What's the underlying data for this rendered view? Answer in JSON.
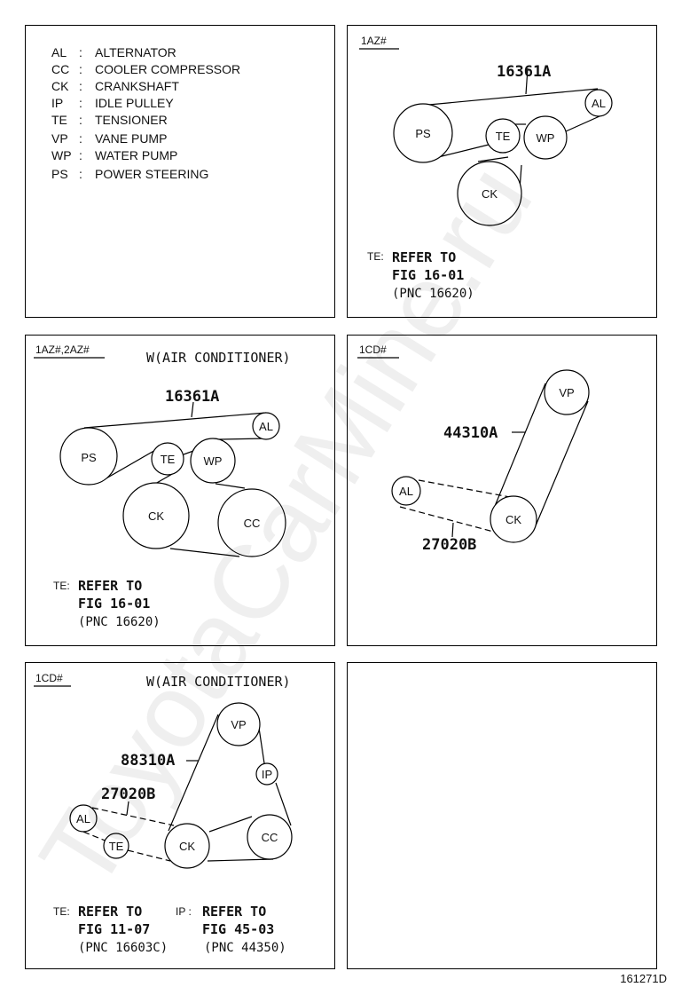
{
  "legend": [
    {
      "code": "AL",
      "name": "ALTERNATOR"
    },
    {
      "code": "CC",
      "name": "COOLER COMPRESSOR"
    },
    {
      "code": "CK",
      "name": "CRANKSHAFT"
    },
    {
      "code": "IP",
      "name": "IDLE PULLEY"
    },
    {
      "code": "TE",
      "name": "TENSIONER"
    },
    {
      "code": "VP",
      "name": "VANE PUMP"
    },
    {
      "code": "WP",
      "name": "WATER PUMP"
    },
    {
      "code": "PS",
      "name": "POWER STEERING"
    }
  ],
  "legend_sep": ":",
  "panel1": {
    "tag": "1AZ#",
    "part": "16361A",
    "pulleys": {
      "ps": "PS",
      "te": "TE",
      "wp": "WP",
      "al": "AL",
      "ck": "CK"
    },
    "note": {
      "prefix": "TE:",
      "line1": "REFER TO",
      "line2": "FIG 16-01",
      "line3": "(PNC 16620)"
    }
  },
  "panel2": {
    "tag": "1AZ#,2AZ#",
    "header": "W(AIR CONDITIONER)",
    "part": "16361A",
    "pulleys": {
      "ps": "PS",
      "te": "TE",
      "wp": "WP",
      "al": "AL",
      "ck": "CK",
      "cc": "CC"
    },
    "note": {
      "prefix": "TE:",
      "line1": "REFER TO",
      "line2": "FIG 16-01",
      "line3": "(PNC 16620)"
    }
  },
  "panel3": {
    "tag": "1CD#",
    "part_a": "44310A",
    "part_b": "27020B",
    "pulleys": {
      "vp": "VP",
      "al": "AL",
      "ck": "CK"
    }
  },
  "panel4": {
    "tag": "1CD#",
    "header": "W(AIR CONDITIONER)",
    "part_a": "88310A",
    "part_b": "27020B",
    "pulleys": {
      "vp": "VP",
      "ip": "IP",
      "al": "AL",
      "te": "TE",
      "ck": "CK",
      "cc": "CC"
    },
    "note_te": {
      "prefix": "TE:",
      "line1": "REFER TO",
      "line2": "FIG 11-07",
      "line3": "(PNC 16603C)"
    },
    "note_ip": {
      "prefix": "IP :",
      "line1": "REFER TO",
      "line2": "FIG 45-03",
      "line3": "(PNC 44350)"
    }
  },
  "figure_number": "161271D",
  "watermark": "ToyotaCarMine.ru"
}
